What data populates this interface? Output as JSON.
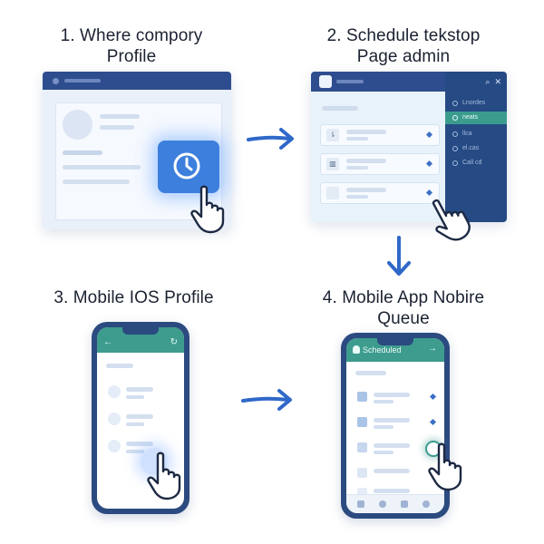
{
  "steps": [
    {
      "line1": "1. Where compory",
      "line2": "Profile"
    },
    {
      "line1": "2. Schedule tekstop",
      "line2": "Page admin"
    },
    {
      "line1": "3. Mobile IOS Profile",
      "line2": ""
    },
    {
      "line1": "4. Mobile App Nobire",
      "line2": "Queue"
    }
  ],
  "admin_sidebar": {
    "items": [
      "Lnordes",
      "neats",
      "llca",
      "el.cas",
      "Call cd"
    ],
    "active_index": 1
  },
  "mobile_queue": {
    "header_title": "Scheduled"
  },
  "colors": {
    "navy": "#2e4d8f",
    "accent_blue": "#3d7fdd",
    "teal": "#3d9c8e",
    "arrow": "#2f68c9"
  },
  "icons": [
    "clock-icon",
    "pointing-hand-icon",
    "arrow-right-icon",
    "arrow-down-icon",
    "search-icon",
    "close-icon",
    "back-arrow-icon",
    "refresh-icon",
    "user-icon",
    "forward-arrow-icon"
  ]
}
